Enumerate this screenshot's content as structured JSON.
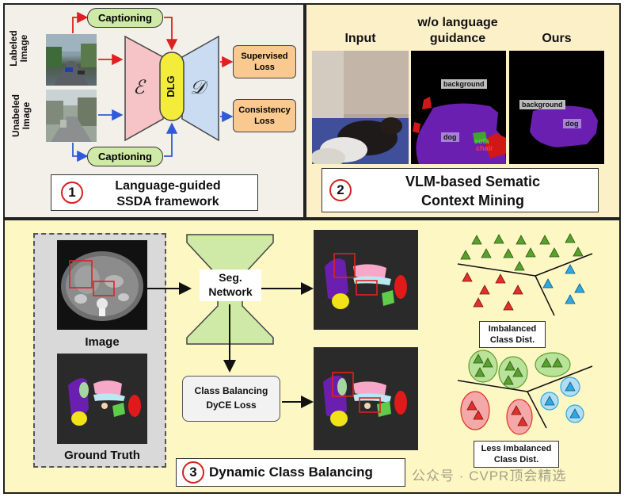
{
  "panel1": {
    "side_label_labeled": "Labeled Image",
    "side_label_unlabeled": "Unabeled Image",
    "captioning_top": "Captioning",
    "captioning_bottom": "Captioning",
    "encoder_symbol": "ℰ",
    "dlg_label": "DLG",
    "decoder_symbol": "𝒟",
    "supervised_loss": "Supervised Loss",
    "consistency_loss": "Consistency Loss",
    "number": "1",
    "title_line1": "Language-guided",
    "title_line2": "SSDA framework"
  },
  "panel2": {
    "col_input": "Input",
    "col_wo_line1": "w/o language",
    "col_wo_line2": "guidance",
    "col_ours": "Ours",
    "tag_background_1": "background",
    "tag_dog_1": "dog",
    "tag_sofa": "sofa",
    "tag_chair": "chair",
    "tag_background_2": "background",
    "tag_dog_2": "dog",
    "number": "2",
    "title_line1": "VLM-based Sematic",
    "title_line2": "Context Mining"
  },
  "panel3": {
    "image_caption": "Image",
    "gt_caption": "Ground Truth",
    "seg_line1": "Seg.",
    "seg_line2": "Network",
    "cb_line1": "Class Balancing",
    "cb_line2": "DyCE Loss",
    "imbalanced_line1": "Imbalanced",
    "imbalanced_line2": "Class Dist.",
    "less_line1": "Less Imbalanced",
    "less_line2": "Class Dist.",
    "number": "3",
    "title": "Dynamic Class Balancing"
  },
  "watermark": "公众号 · CVPR顶会精选",
  "colors": {
    "panel1_bg": "#f3f0ea",
    "panel2_bg": "#fbf0c8",
    "panel3_bg": "#fdf7c4",
    "encoder_pink": "#f6c3c6",
    "decoder_blue": "#c9dcf2",
    "dlg_yellow": "#f4ec3c",
    "caption_green": "#cfe9a6",
    "loss_orange": "#f9c98f",
    "arrow_red": "#e02020",
    "arrow_blue": "#2f5bd8",
    "seg_green": "#cfe9a6",
    "triangle_green": "#5aa02c",
    "triangle_red": "#e0302a",
    "triangle_blue": "#2fa7e0",
    "purple_mask": "#6b1fb0"
  }
}
